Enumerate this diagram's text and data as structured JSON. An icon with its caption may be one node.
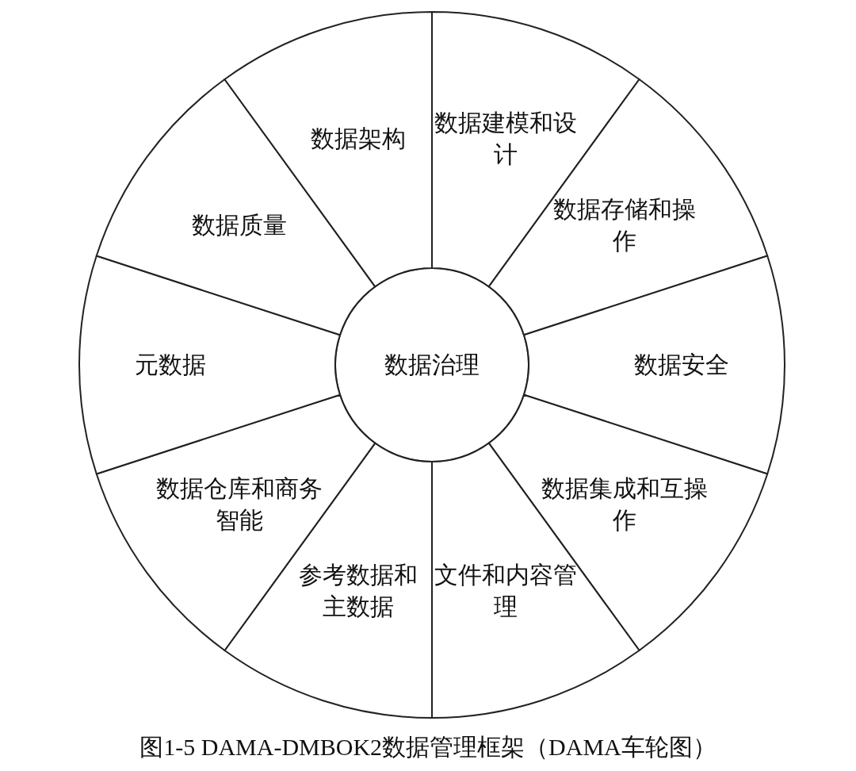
{
  "diagram": {
    "caption": "图1-5 DAMA-DMBOK2数据管理框架（DAMA车轮图）",
    "nodes": [
      {
        "text": [
          "数据治理"
        ]
      },
      {
        "text": [
          "数据建模和设计"
        ]
      },
      {
        "text": [
          "数据存储和操作"
        ]
      },
      {
        "text": [
          "数据安全"
        ]
      },
      {
        "text": [
          "数据集成和互操作"
        ]
      },
      {
        "text": [
          "文件和内容管理"
        ]
      },
      {
        "text": [
          "参考数据和主数据"
        ]
      },
      {
        "text": [
          "数据仓库和商务智能"
        ]
      },
      {
        "text": [
          "元数据"
        ]
      },
      {
        "text": [
          "数据质量"
        ]
      },
      {
        "text": [
          "数据架构"
        ]
      }
    ],
    "edges": []
  }
}
